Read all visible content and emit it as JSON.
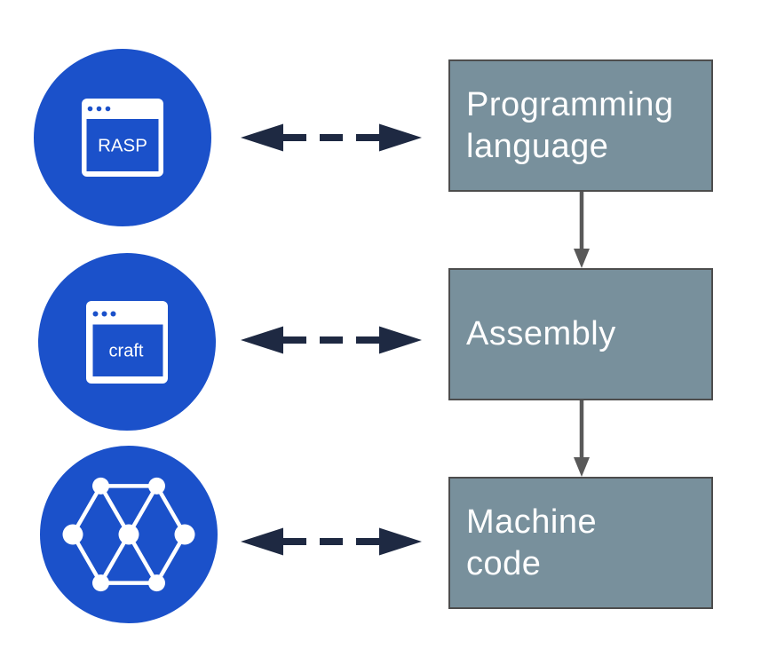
{
  "diagram_title": "programming-language-compilation-levels",
  "colors": {
    "circle_blue": "#1b51ca",
    "box_fill": "#78909c",
    "box_border": "#4d4d4d",
    "dashed_arrow_navy": "#1e2942",
    "flow_arrow_gray": "#595959",
    "icon_white": "#ffffff"
  },
  "rows": [
    {
      "icon": "browser-window-icon",
      "icon_text": "RASP",
      "box_label": "Programming\nlanguage"
    },
    {
      "icon": "browser-window-icon",
      "icon_text": "craft",
      "box_label": "Assembly"
    },
    {
      "icon": "network-graph-icon",
      "icon_text": "",
      "box_label": "Machine\ncode"
    }
  ]
}
